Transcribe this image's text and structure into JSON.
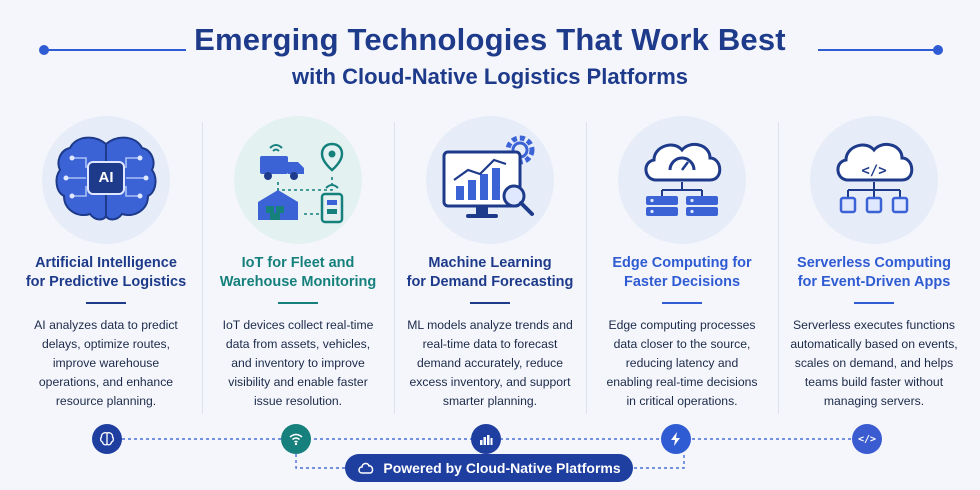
{
  "header": {
    "title_line1": "Emerging Technologies That Work Best",
    "title_line2": "with Cloud-Native Logistics Platforms"
  },
  "colors": {
    "navy": "#1e3a8a",
    "blue": "#2f5bd3",
    "teal": "#16807d"
  },
  "columns": [
    {
      "icon": "ai-brain-icon",
      "icon_text": "AI",
      "title_lines": [
        "Artificial Intelligence",
        "for Predictive Logistics"
      ],
      "accent": "#1e3a8a",
      "desc_lines": [
        "AI analyzes data to predict",
        "delays, optimize routes,",
        "improve warehouse",
        "operations, and enhance",
        "resource planning."
      ]
    },
    {
      "icon": "iot-fleet-warehouse-icon",
      "title_lines": [
        "IoT for Fleet and",
        "Warehouse Monitoring"
      ],
      "accent": "#16807d",
      "desc_lines": [
        "IoT devices collect real-time",
        "data from assets, vehicles,",
        "and inventory to improve",
        "visibility and enable faster",
        "issue resolution."
      ]
    },
    {
      "icon": "ml-forecast-chart-icon",
      "title_lines": [
        "Machine Learning",
        "for Demand Forecasting"
      ],
      "accent": "#1e3a8a",
      "desc_lines": [
        "ML models analyze trends and",
        "real-time data to forecast",
        "demand accurately, reduce",
        "excess inventory, and support",
        "smarter planning."
      ]
    },
    {
      "icon": "edge-cloud-servers-icon",
      "title_lines": [
        "Edge Computing for",
        "Faster Decisions"
      ],
      "accent": "#2f5bd3",
      "desc_lines": [
        "Edge computing processes",
        "data closer to the source,",
        "reducing latency and",
        "enabling real-time decisions",
        "in critical operations."
      ]
    },
    {
      "icon": "serverless-cloud-code-icon",
      "icon_text": "</>",
      "title_lines": [
        "Serverless Computing",
        "for Event-Driven Apps"
      ],
      "accent": "#2f5bd3",
      "desc_lines": [
        "Serverless executes functions",
        "automatically based on events,",
        "scales on demand, and helps",
        "teams build faster without",
        "managing servers."
      ]
    }
  ],
  "timeline": {
    "nodes": [
      "brain-icon",
      "wifi-icon",
      "bar-chart-icon",
      "lightning-icon",
      "code-icon"
    ],
    "code_glyph": "</>",
    "footer_label": "Powered by Cloud-Native Platforms"
  }
}
